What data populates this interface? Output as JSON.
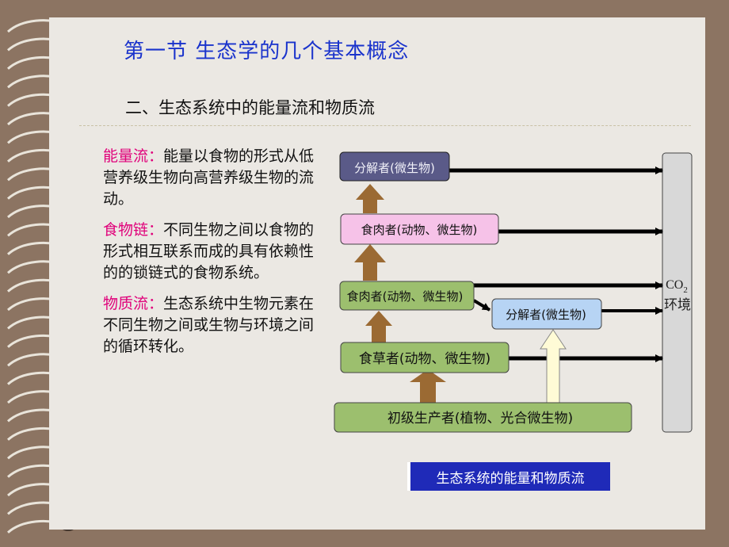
{
  "title": "第一节  生态学的几个基本概念",
  "subtitle": "二、生态系统中的能量流和物质流",
  "definitions": [
    {
      "term": "能量流：",
      "text": "能量以食物的形式从低营养级生物向高营养级生物的流动。"
    },
    {
      "term": "食物链：",
      "text": "不同生物之间以食物的形式相互联系而成的具有依赖性的的锁链式的食物系统。"
    },
    {
      "term": "物质流：",
      "text": "生态系统中生物元素在不同生物之间或生物与环境之间的循环转化。"
    }
  ],
  "diagram": {
    "nodes": {
      "decomposer_top": "分解者(微生物)",
      "carnivore_top": "食肉者(动物、微生物)",
      "carnivore_mid": "食肉者(动物、微生物)",
      "decomposer_mid": "分解者(微生物)",
      "herbivore": "食草者(动物、微生物)",
      "producer": "初级生产者(植物、光合微生物)"
    },
    "environment": {
      "co2": "CO",
      "subscript": "2",
      "label": "环境"
    },
    "caption": "生态系统的能量和物质流"
  },
  "colors": {
    "title": "#1a33cc",
    "term": "#e0007a",
    "decomposer_top": "#5a5a88",
    "carnivore_top": "#f6c2e8",
    "green_node": "#9cbf6e",
    "decomposer_mid": "#b7d4f4",
    "brown_arrow": "#9b6a33",
    "caption_bg": "#1f2ab8"
  }
}
